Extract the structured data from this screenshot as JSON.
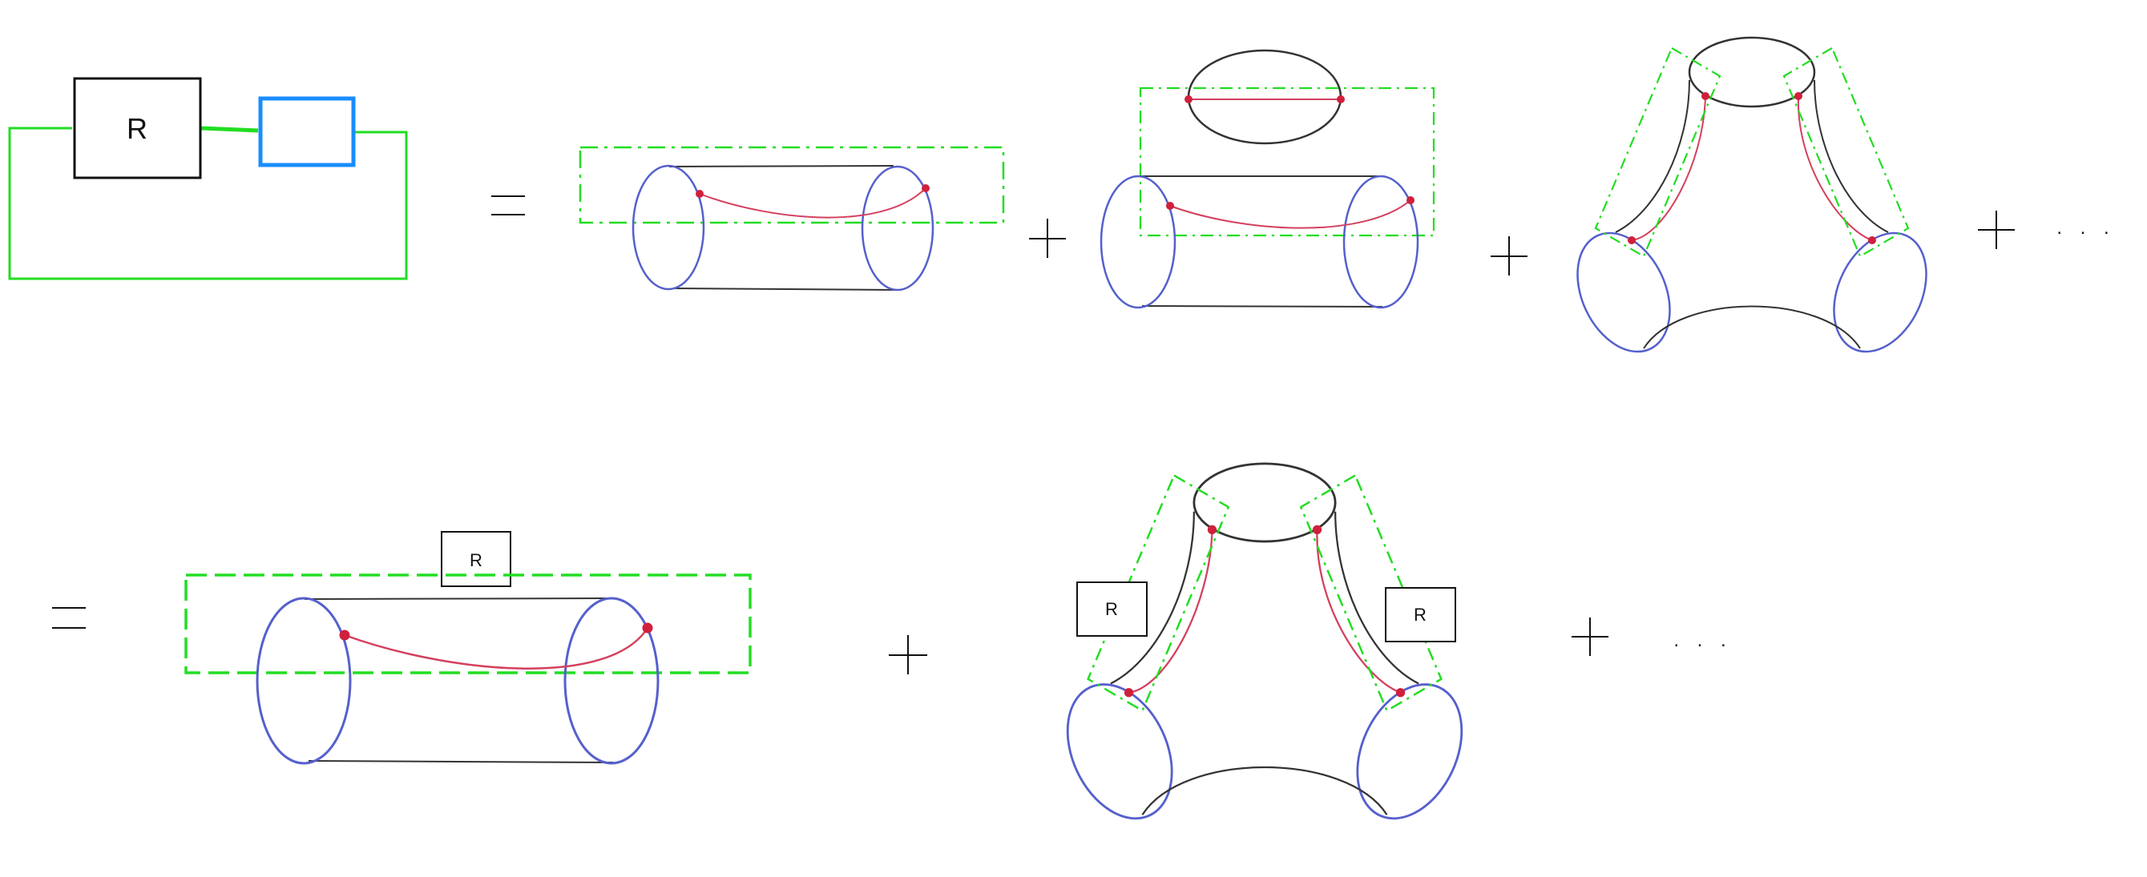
{
  "diagram": {
    "loop_box_label": "R",
    "cylinder_box_label": "R",
    "wormhole_left_label": "R",
    "wormhole_right_label": "R",
    "ellipsis": ". . ."
  },
  "colors": {
    "green": "#22dd22",
    "blue": "#1a8cff",
    "black": "#111111",
    "boundary": "#5560cc",
    "red_curve": "#d4405e",
    "red_dot": "#d0203c"
  }
}
